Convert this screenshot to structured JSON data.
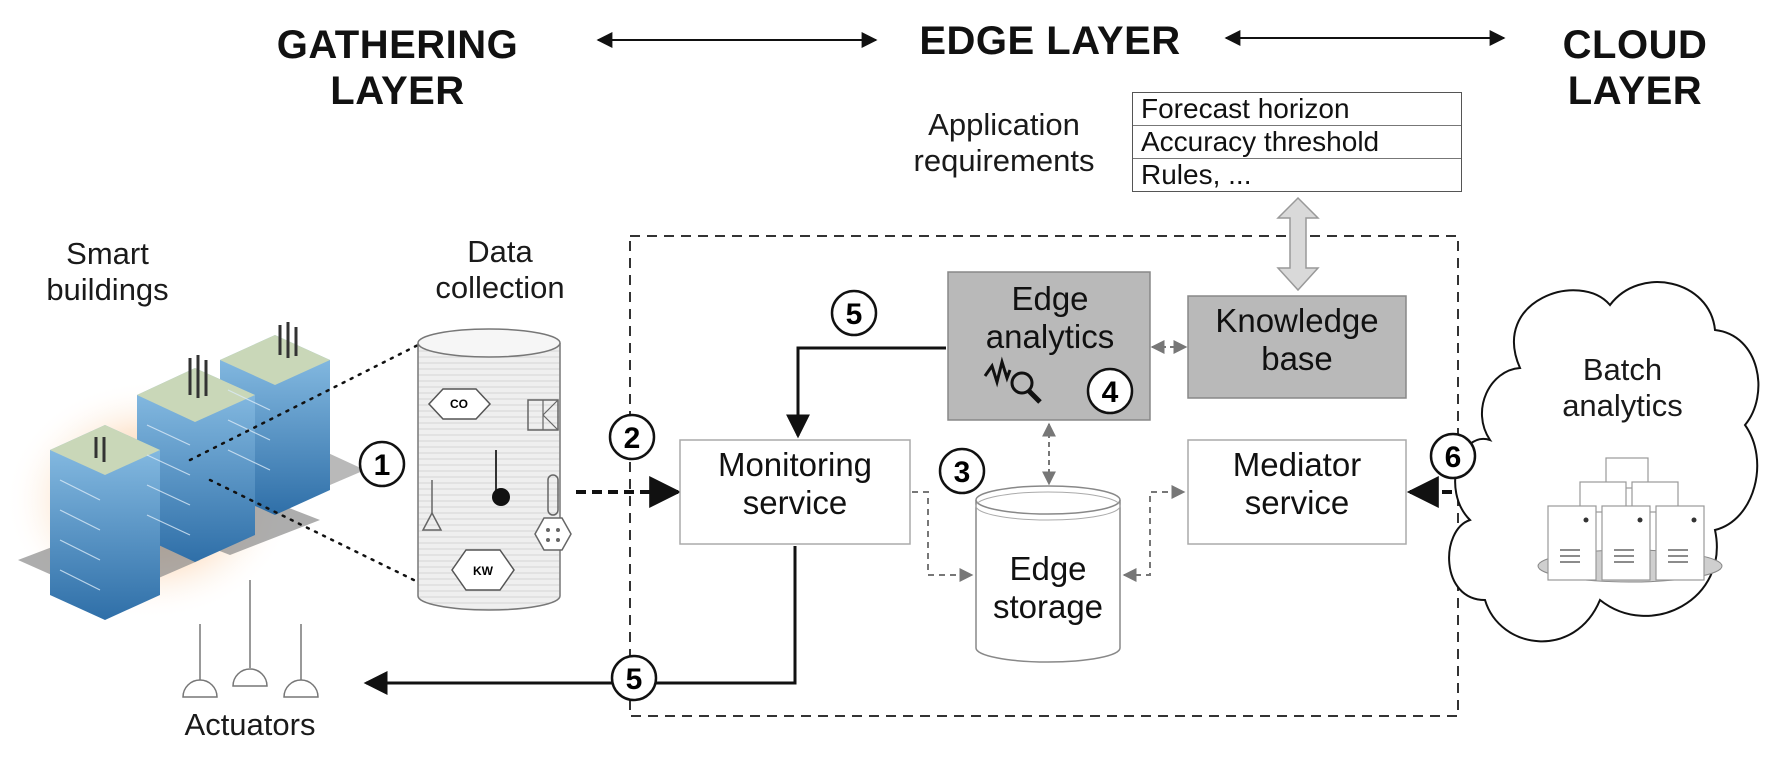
{
  "layers": {
    "gathering": [
      "GATHERING",
      "LAYER"
    ],
    "edge": "EDGE LAYER",
    "cloud": [
      "CLOUD",
      "LAYER"
    ]
  },
  "labels": {
    "smart_buildings": [
      "Smart",
      "buildings"
    ],
    "data_collection": [
      "Data",
      "collection"
    ],
    "app_requirements": [
      "Application",
      "requirements"
    ],
    "actuators": "Actuators",
    "batch_analytics": [
      "Batch",
      "analytics"
    ]
  },
  "requirements": [
    "Forecast horizon",
    "Accuracy threshold",
    "Rules, ..."
  ],
  "boxes": {
    "edge_analytics": [
      "Edge",
      "analytics"
    ],
    "knowledge_base": [
      "Knowledge",
      "base"
    ],
    "monitoring": [
      "Monitoring",
      "service"
    ],
    "mediator": [
      "Mediator",
      "service"
    ],
    "edge_storage": [
      "Edge",
      "storage"
    ]
  },
  "sensor_labels": {
    "co": "CO",
    "kw": "KW"
  },
  "steps": [
    "1",
    "2",
    "3",
    "4",
    "5",
    "5",
    "6"
  ],
  "colors": {
    "gray_box": "#b9b9b9",
    "dashed_border": "#333333",
    "arrow": "#111111"
  }
}
